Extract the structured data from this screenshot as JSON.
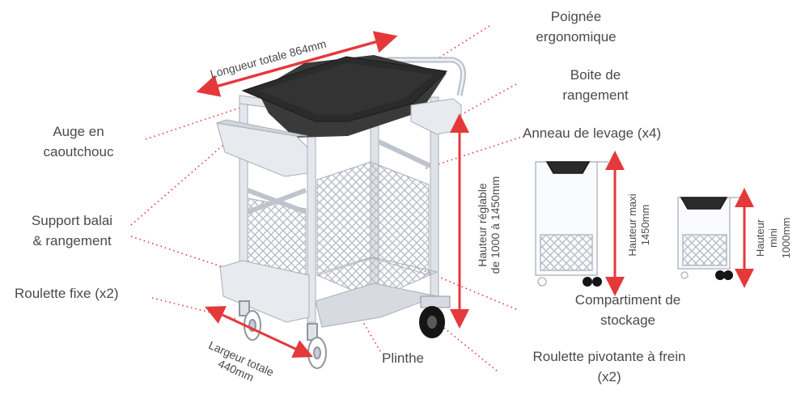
{
  "labels": {
    "poignee": [
      "Poignée",
      "ergonomique"
    ],
    "boite": [
      "Boite de",
      "rangement"
    ],
    "anneau": "Anneau de levage (x4)",
    "auge": [
      "Auge en",
      "caoutchouc"
    ],
    "support": [
      "Support balai",
      "& rangement"
    ],
    "roulette_fixe": "Roulette fixe (x2)",
    "compartiment": [
      "Compartiment de",
      "stockage"
    ],
    "plinthe": "Plinthe",
    "roulette_pivotante": [
      "Roulette pivotante à frein",
      "(x2)"
    ]
  },
  "dimensions": {
    "longueur": "Longueur totale 864mm",
    "largeur": [
      "Largeur totale",
      "440mm"
    ],
    "hauteur_reglable": [
      "Hauteur réglable",
      "de 1000 à 1450mm"
    ],
    "hauteur_maxi": [
      "Hauteur maxi",
      "1450mm"
    ],
    "hauteur_mini": [
      "Hauteur",
      "mini",
      "1000mm"
    ]
  },
  "colors": {
    "accent": "#e5383b",
    "frame": "#c9ced6",
    "tray": "#2b2b2b",
    "text": "#4a4a4a"
  }
}
